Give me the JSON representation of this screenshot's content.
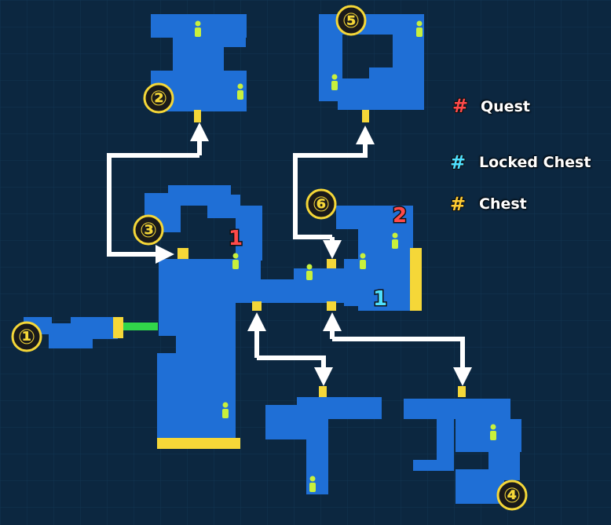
{
  "areas": [
    {
      "id": "1",
      "label": "①"
    },
    {
      "id": "2",
      "label": "②"
    },
    {
      "id": "3",
      "label": "③"
    },
    {
      "id": "4",
      "label": "④"
    },
    {
      "id": "5",
      "label": "⑤"
    },
    {
      "id": "6",
      "label": "⑥"
    }
  ],
  "markers": {
    "quest": [
      "1",
      "2"
    ],
    "locked_chest": [
      "1"
    ]
  },
  "legend": {
    "symbol": "#",
    "items": [
      {
        "label": "Quest",
        "color": "#ff4a4a"
      },
      {
        "label": "Locked Chest",
        "color": "#4ee0ff"
      },
      {
        "label": "Chest",
        "color": "#ffcc33"
      }
    ]
  },
  "colors": {
    "background": "#0c2740",
    "room": "#1f6fd6",
    "door": "#f5d738",
    "connector": "#31d64a",
    "arrow": "#ffffff",
    "npc": "#c8f03c"
  }
}
